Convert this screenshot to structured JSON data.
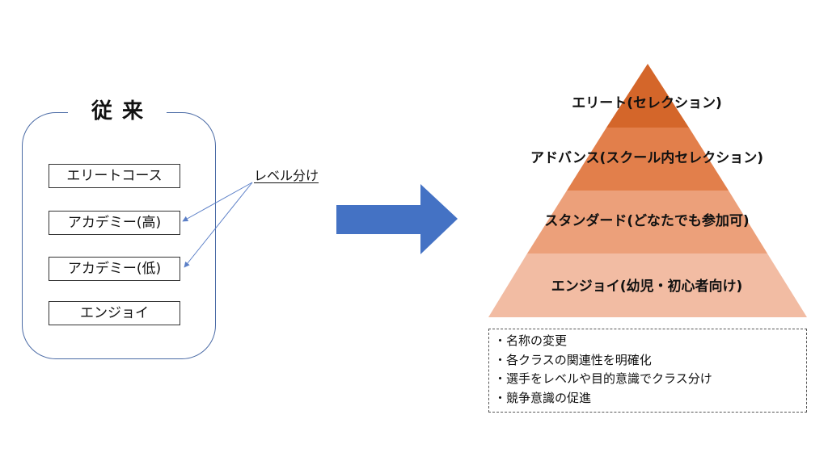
{
  "left": {
    "title": "従来",
    "levels": [
      "エリートコース",
      "アカデミー(高)",
      "アカデミー(低)",
      "エンジョイ"
    ]
  },
  "callout": {
    "label": "レベル分け"
  },
  "pyramid": {
    "tiers": [
      {
        "label": "エリート(セレクション)",
        "color": "#d4662a"
      },
      {
        "label": "アドバンス(スクール内セレクション)",
        "color": "#e27f4b"
      },
      {
        "label": "スタンダード(どなたでも参加可)",
        "color": "#eca07a"
      },
      {
        "label": "エンジョイ(幼児・初心者向け)",
        "color": "#f2bca3"
      }
    ]
  },
  "notes": [
    "・名称の変更",
    "・各クラスの関連性を明確化",
    "・選手をレベルや目的意識でクラス分け",
    "・競争意識の促進"
  ],
  "colors": {
    "arrow": "#4472c4",
    "panel_border": "#4a6aa5",
    "callout_line": "#5b7fc7"
  },
  "icons": {
    "transition": "right-arrow-icon"
  }
}
